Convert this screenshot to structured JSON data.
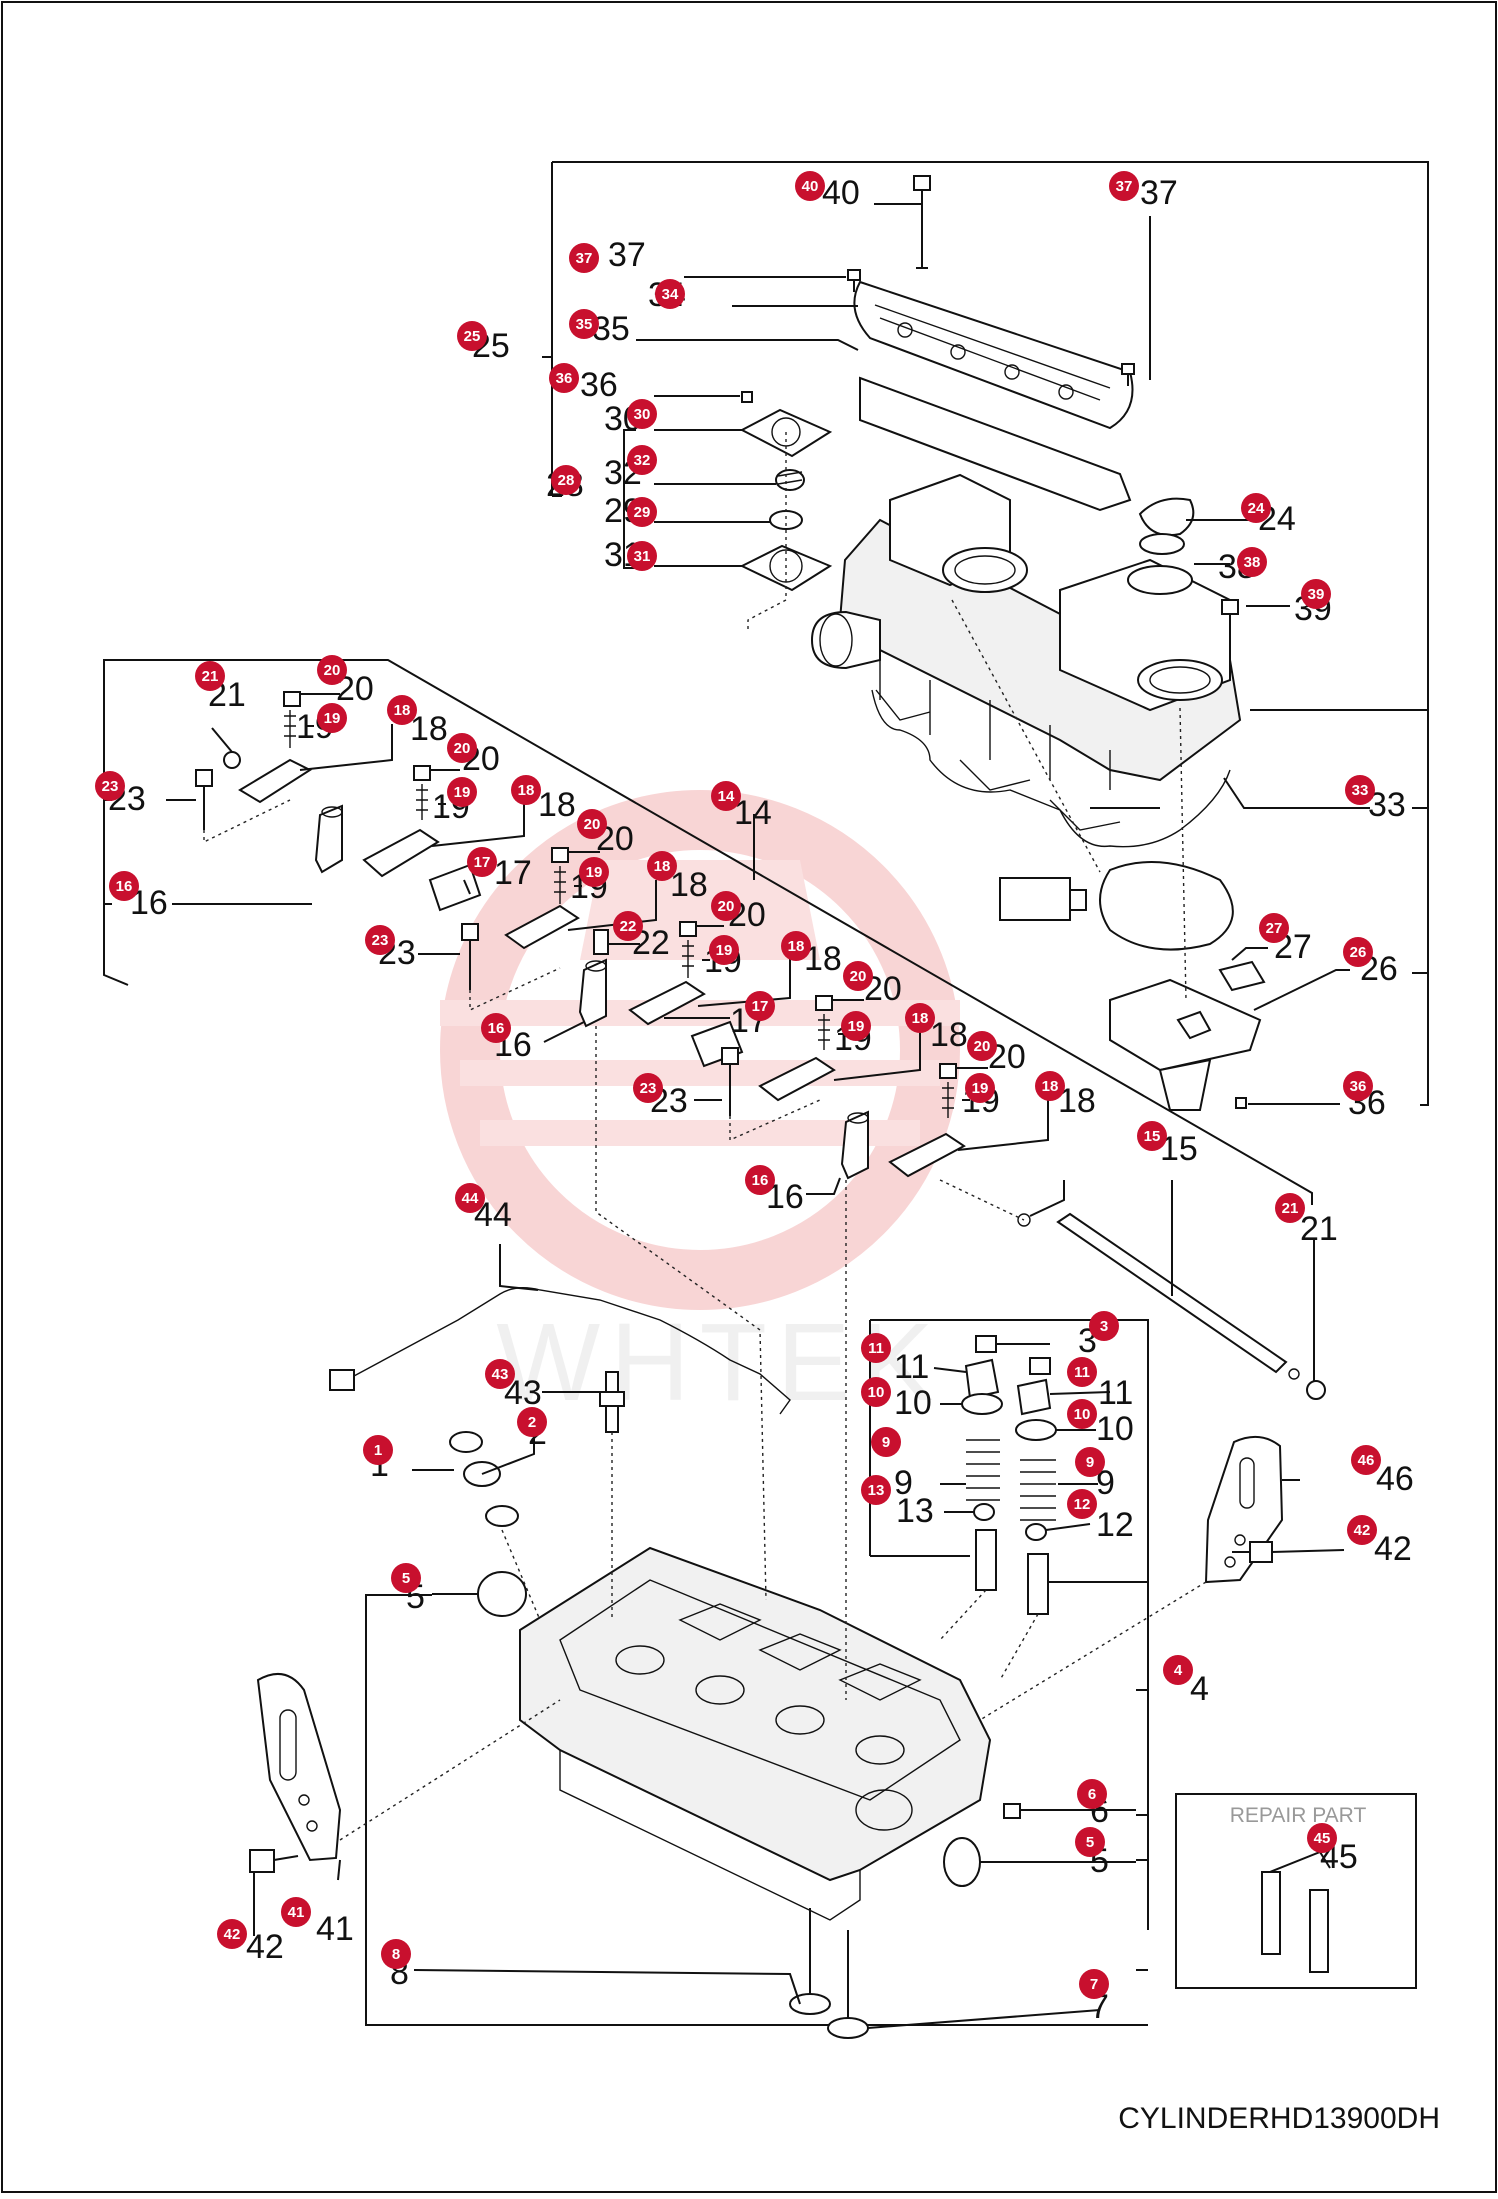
{
  "caption": "CYLINDERHD13900DH",
  "watermark": "WHTEK",
  "repair_box_title": "REPAIR PART",
  "colors": {
    "badge": "#c8102e",
    "line": "#111111",
    "watermark": "#f3b3b3"
  },
  "callouts": [
    {
      "id": "40",
      "num": "40",
      "text": "40"
    },
    {
      "id": "37a",
      "num": "37",
      "text": "37"
    },
    {
      "id": "37b",
      "num": "37",
      "text": "37"
    },
    {
      "id": "34",
      "num": "34",
      "text": "34"
    },
    {
      "id": "25",
      "num": "25",
      "text": "25"
    },
    {
      "id": "35",
      "num": "35",
      "text": "35"
    },
    {
      "id": "36a",
      "num": "36",
      "text": "36"
    },
    {
      "id": "30",
      "num": "30",
      "text": "30"
    },
    {
      "id": "32",
      "num": "32",
      "text": "32"
    },
    {
      "id": "28",
      "num": "28",
      "text": "28"
    },
    {
      "id": "29",
      "num": "29",
      "text": "29"
    },
    {
      "id": "31",
      "num": "31",
      "text": "31"
    },
    {
      "id": "24",
      "num": "24",
      "text": "24"
    },
    {
      "id": "38",
      "num": "38",
      "text": "38"
    },
    {
      "id": "39",
      "num": "39",
      "text": "39"
    },
    {
      "id": "21a",
      "num": "21",
      "text": "21"
    },
    {
      "id": "20a",
      "num": "20",
      "text": "20"
    },
    {
      "id": "19a",
      "num": "19",
      "text": "19"
    },
    {
      "id": "18a",
      "num": "18",
      "text": "18"
    },
    {
      "id": "23a",
      "num": "23",
      "text": "23"
    },
    {
      "id": "20b",
      "num": "20",
      "text": "20"
    },
    {
      "id": "19b",
      "num": "19",
      "text": "19"
    },
    {
      "id": "18b",
      "num": "18",
      "text": "18"
    },
    {
      "id": "14",
      "num": "14",
      "text": "14"
    },
    {
      "id": "17a",
      "num": "17",
      "text": "17"
    },
    {
      "id": "16a",
      "num": "16",
      "text": "16"
    },
    {
      "id": "20c",
      "num": "20",
      "text": "20"
    },
    {
      "id": "19c",
      "num": "19",
      "text": "19"
    },
    {
      "id": "18c",
      "num": "18",
      "text": "18"
    },
    {
      "id": "22",
      "num": "22",
      "text": "22"
    },
    {
      "id": "23b",
      "num": "23",
      "text": "23"
    },
    {
      "id": "20d",
      "num": "20",
      "text": "20"
    },
    {
      "id": "19d",
      "num": "19",
      "text": "19"
    },
    {
      "id": "18d",
      "num": "18",
      "text": "18"
    },
    {
      "id": "16b",
      "num": "16",
      "text": "16"
    },
    {
      "id": "17b",
      "num": "17",
      "text": "17"
    },
    {
      "id": "20e",
      "num": "20",
      "text": "20"
    },
    {
      "id": "19e",
      "num": "19",
      "text": "19"
    },
    {
      "id": "18e",
      "num": "18",
      "text": "18"
    },
    {
      "id": "33",
      "num": "33",
      "text": "33"
    },
    {
      "id": "27",
      "num": "27",
      "text": "27"
    },
    {
      "id": "26",
      "num": "26",
      "text": "26"
    },
    {
      "id": "20f",
      "num": "20",
      "text": "20"
    },
    {
      "id": "19f",
      "num": "19",
      "text": "19"
    },
    {
      "id": "18f",
      "num": "18",
      "text": "18"
    },
    {
      "id": "23c",
      "num": "23",
      "text": "23"
    },
    {
      "id": "36b",
      "num": "36",
      "text": "36"
    },
    {
      "id": "16c",
      "num": "16",
      "text": "16"
    },
    {
      "id": "15",
      "num": "15",
      "text": "15"
    },
    {
      "id": "21b",
      "num": "21",
      "text": "21"
    },
    {
      "id": "44",
      "num": "44",
      "text": "44"
    },
    {
      "id": "3",
      "num": "3",
      "text": "3"
    },
    {
      "id": "11a",
      "num": "11",
      "text": "11"
    },
    {
      "id": "11b",
      "num": "11",
      "text": "11"
    },
    {
      "id": "10a",
      "num": "10",
      "text": "10"
    },
    {
      "id": "10b",
      "num": "10",
      "text": "10"
    },
    {
      "id": "43",
      "num": "43",
      "text": "43"
    },
    {
      "id": "1",
      "num": "1",
      "text": "1"
    },
    {
      "id": "2",
      "num": "2",
      "text": "2"
    },
    {
      "id": "9a",
      "num": "9",
      "text": "9"
    },
    {
      "id": "9b",
      "num": "9",
      "text": "9"
    },
    {
      "id": "13",
      "num": "13",
      "text": "13"
    },
    {
      "id": "12",
      "num": "12",
      "text": "12"
    },
    {
      "id": "46",
      "num": "46",
      "text": "46"
    },
    {
      "id": "42a",
      "num": "42",
      "text": "42"
    },
    {
      "id": "5a",
      "num": "5",
      "text": "5"
    },
    {
      "id": "4",
      "num": "4",
      "text": "4"
    },
    {
      "id": "6",
      "num": "6",
      "text": "6"
    },
    {
      "id": "5b",
      "num": "5",
      "text": "5"
    },
    {
      "id": "45",
      "num": "45",
      "text": "45"
    },
    {
      "id": "41",
      "num": "41",
      "text": "41"
    },
    {
      "id": "42b",
      "num": "42",
      "text": "42"
    },
    {
      "id": "8",
      "num": "8",
      "text": "8"
    },
    {
      "id": "7",
      "num": "7",
      "text": "7"
    }
  ]
}
